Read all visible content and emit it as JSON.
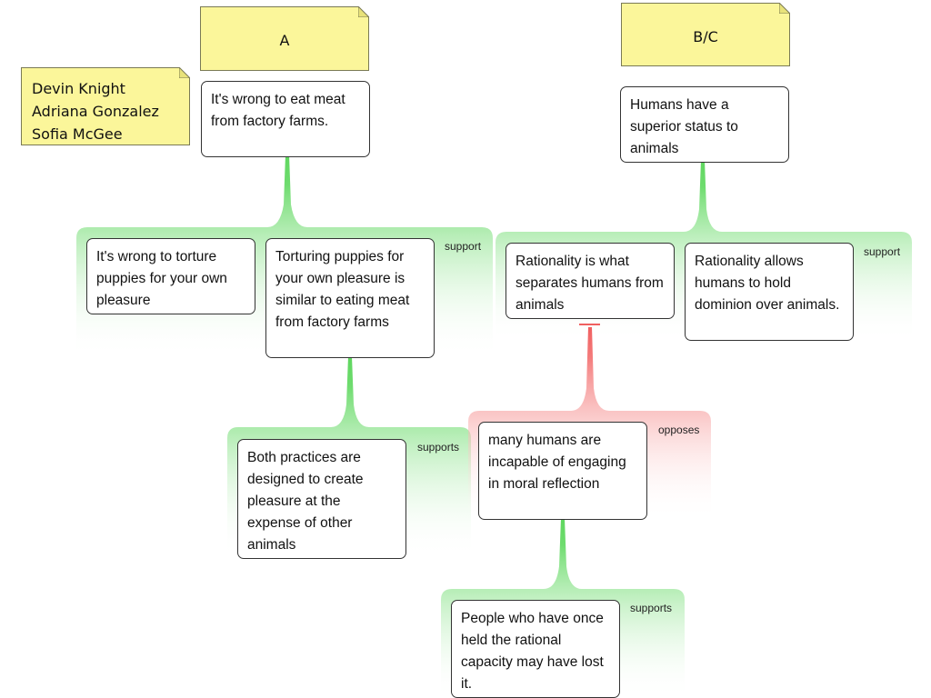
{
  "notes": {
    "a_title": "A",
    "bc_title": "B/C",
    "authors": [
      "Devin Knight",
      "Adriana Gonzalez",
      "Sofia McGee"
    ]
  },
  "claims": {
    "a_main": "It's wrong to eat meat from factory farms.",
    "a_reason_1": "It's wrong to torture puppies for your own pleasure",
    "a_reason_2": "Torturing puppies for your own pleasure is similar to eating meat from factory farms",
    "a_reason_2_support": "Both practices are designed to create pleasure at the expense of other animals",
    "bc_main": "Humans have a superior status to animals",
    "bc_reason_1": "Rationality is what separates humans from animals",
    "bc_reason_2": "Rationality allows humans to hold dominion over animals.",
    "bc_objection": "many humans are incapable of engaging in moral reflection",
    "bc_objection_support": "People who have once held the rational capacity may have lost it."
  },
  "relations": {
    "a_support": "support",
    "a_reason_2_supports": "supports",
    "bc_support": "support",
    "bc_opposes": "opposes",
    "bc_objection_supports": "supports"
  },
  "colors": {
    "support_green": "#5ed65e",
    "oppose_red": "#f26d6d",
    "note_yellow": "#fbf69a"
  }
}
